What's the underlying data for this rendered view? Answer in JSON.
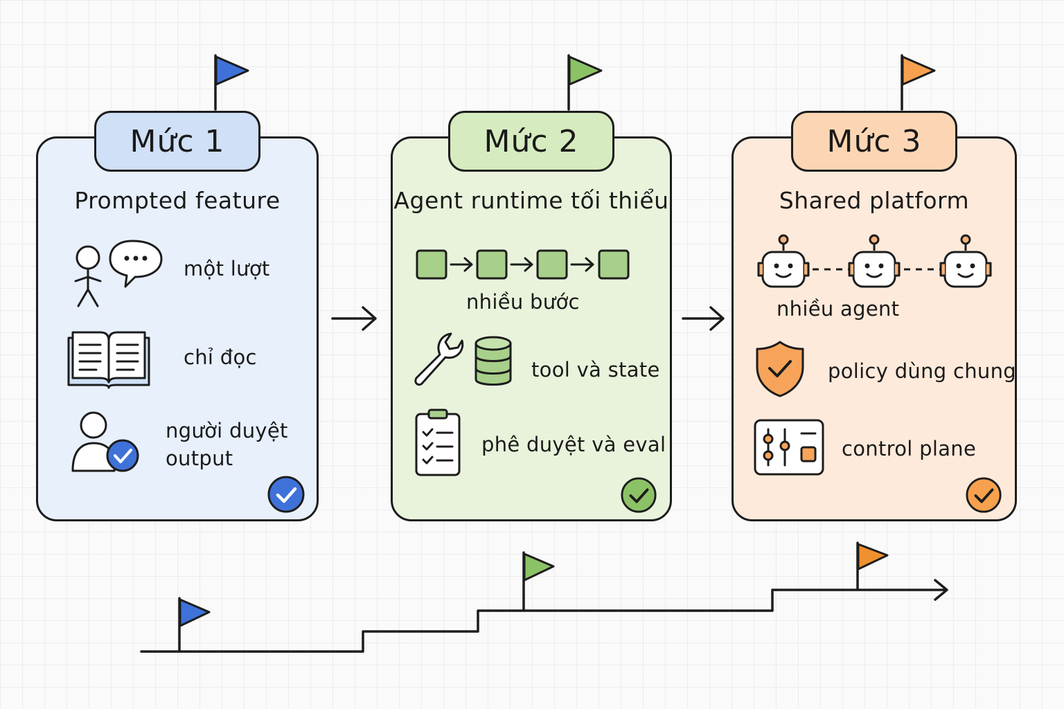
{
  "levels": [
    {
      "tab": "Mức 1",
      "subtitle": "Prompted feature",
      "color": "#3f72d9",
      "items": [
        "một lượt",
        "chỉ đọc",
        "người duyệt\noutput"
      ],
      "icons": [
        "person-speech-icon",
        "open-book-icon",
        "user-check-icon"
      ]
    },
    {
      "tab": "Mức 2",
      "subtitle": "Agent runtime tối thiểu",
      "color": "#6aa84f",
      "items": [
        "nhiều bước",
        "tool và state",
        "phê duyệt và eval"
      ],
      "icons": [
        "steps-chain-icon",
        "wrench-database-icon",
        "checklist-icon"
      ]
    },
    {
      "tab": "Mức 3",
      "subtitle": "Shared platform",
      "color": "#f0902f",
      "items": [
        "nhiều agent",
        "policy dùng chung",
        "control plane"
      ],
      "icons": [
        "robots-chain-icon",
        "shield-check-icon",
        "sliders-icon"
      ]
    }
  ],
  "colors": {
    "outline": "#1c1c1c",
    "blue": "#3f72d9",
    "green": "#6aa84f",
    "orange": "#f0902f"
  }
}
